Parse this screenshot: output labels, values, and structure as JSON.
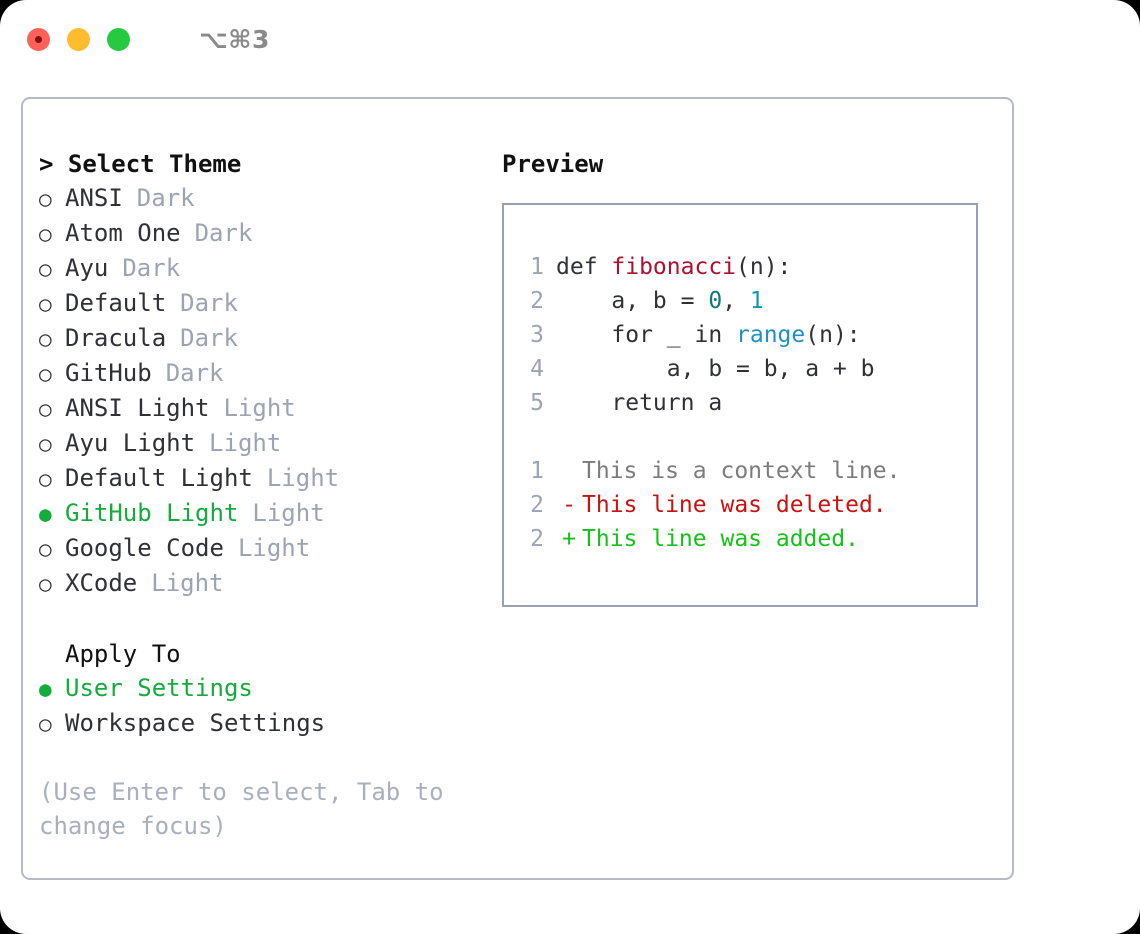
{
  "window": {
    "shortcut_label": "⌥⌘3",
    "traffic_lights": [
      "close",
      "minimize",
      "maximize"
    ]
  },
  "theme_panel": {
    "title": "> Select Theme",
    "marker_selected": "●",
    "marker_unselected": "○",
    "items": [
      {
        "name": "ANSI",
        "tag": "Dark",
        "selected": false
      },
      {
        "name": "Atom One",
        "tag": "Dark",
        "selected": false
      },
      {
        "name": "Ayu",
        "tag": "Dark",
        "selected": false
      },
      {
        "name": "Default",
        "tag": "Dark",
        "selected": false
      },
      {
        "name": "Dracula",
        "tag": "Dark",
        "selected": false
      },
      {
        "name": "GitHub",
        "tag": "Dark",
        "selected": false
      },
      {
        "name": "ANSI Light",
        "tag": "Light",
        "selected": false
      },
      {
        "name": "Ayu Light",
        "tag": "Light",
        "selected": false
      },
      {
        "name": "Default Light",
        "tag": "Light",
        "selected": false
      },
      {
        "name": "GitHub Light",
        "tag": "Light",
        "selected": true
      },
      {
        "name": "Google Code",
        "tag": "Light",
        "selected": false
      },
      {
        "name": "XCode",
        "tag": "Light",
        "selected": false
      }
    ]
  },
  "apply_to": {
    "title": "Apply To",
    "items": [
      {
        "name": "User Settings",
        "selected": true
      },
      {
        "name": "Workspace Settings",
        "selected": false
      }
    ]
  },
  "hint": "(Use Enter to select, Tab to change focus)",
  "preview": {
    "title": "Preview",
    "code_lines": [
      {
        "no": "1",
        "segments": [
          {
            "text": "def ",
            "type": "plain"
          },
          {
            "text": "fibonacci",
            "type": "fn"
          },
          {
            "text": "(n):",
            "type": "plain"
          }
        ]
      },
      {
        "no": "2",
        "segments": [
          {
            "text": "    a, b = ",
            "type": "plain"
          },
          {
            "text": "0",
            "type": "num0"
          },
          {
            "text": ", ",
            "type": "plain"
          },
          {
            "text": "1",
            "type": "num1"
          }
        ]
      },
      {
        "no": "3",
        "segments": [
          {
            "text": "    for _ in ",
            "type": "plain"
          },
          {
            "text": "range",
            "type": "call"
          },
          {
            "text": "(n):",
            "type": "plain"
          }
        ]
      },
      {
        "no": "4",
        "segments": [
          {
            "text": "        a, b = b, a + b",
            "type": "plain"
          }
        ]
      },
      {
        "no": "5",
        "segments": [
          {
            "text": "    return a",
            "type": "plain"
          }
        ]
      }
    ],
    "diff_lines": [
      {
        "no": "1",
        "sign": " ",
        "text": "This is a context line.",
        "kind": "context"
      },
      {
        "no": "2",
        "sign": "-",
        "text": "This line was deleted.",
        "kind": "deleted"
      },
      {
        "no": "2",
        "sign": "+",
        "text": "This line was added.",
        "kind": "added"
      }
    ]
  },
  "colors": {
    "accent_green": "#14ac3c",
    "tag_gray": "#9aa4b4",
    "hint_gray": "#a8b0bd",
    "border": "#b4bbc6",
    "preview_border": "#97a1b3",
    "fn_red": "#b01030",
    "num_teal": "#0b7b7b",
    "num_cyan": "#1296b8",
    "call_blue": "#1e90c8",
    "diff_add": "#14c218",
    "diff_del": "#cc1111",
    "diff_context": "#7c7c7c"
  }
}
